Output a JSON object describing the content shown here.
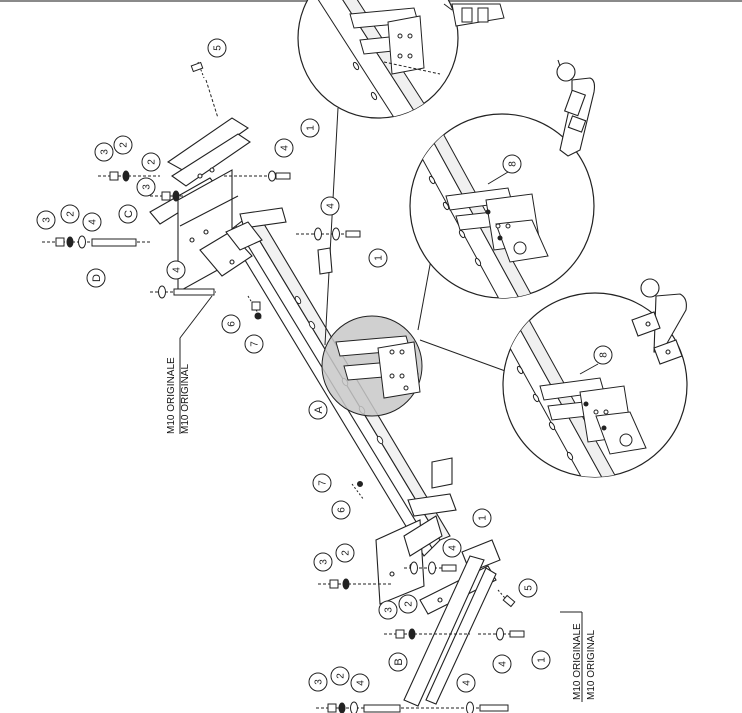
{
  "labels": {
    "m10_a_line1": "M10 ORIGINALE",
    "m10_a_line2": "M10 ORIGINAL",
    "m10_b_line1": "M10 ORIGINALE",
    "m10_b_line2": "M10 ORIGINAL"
  },
  "callouts": {
    "n1": "1",
    "n2": "2",
    "n3": "3",
    "n4": "4",
    "n5": "5",
    "n6": "6",
    "n7": "7",
    "n8": "8",
    "A": "A",
    "B": "B",
    "C": "C",
    "D": "D"
  },
  "colors": {
    "line": "#222222",
    "highlight": "#c8c8c8",
    "paper": "#ffffff"
  }
}
